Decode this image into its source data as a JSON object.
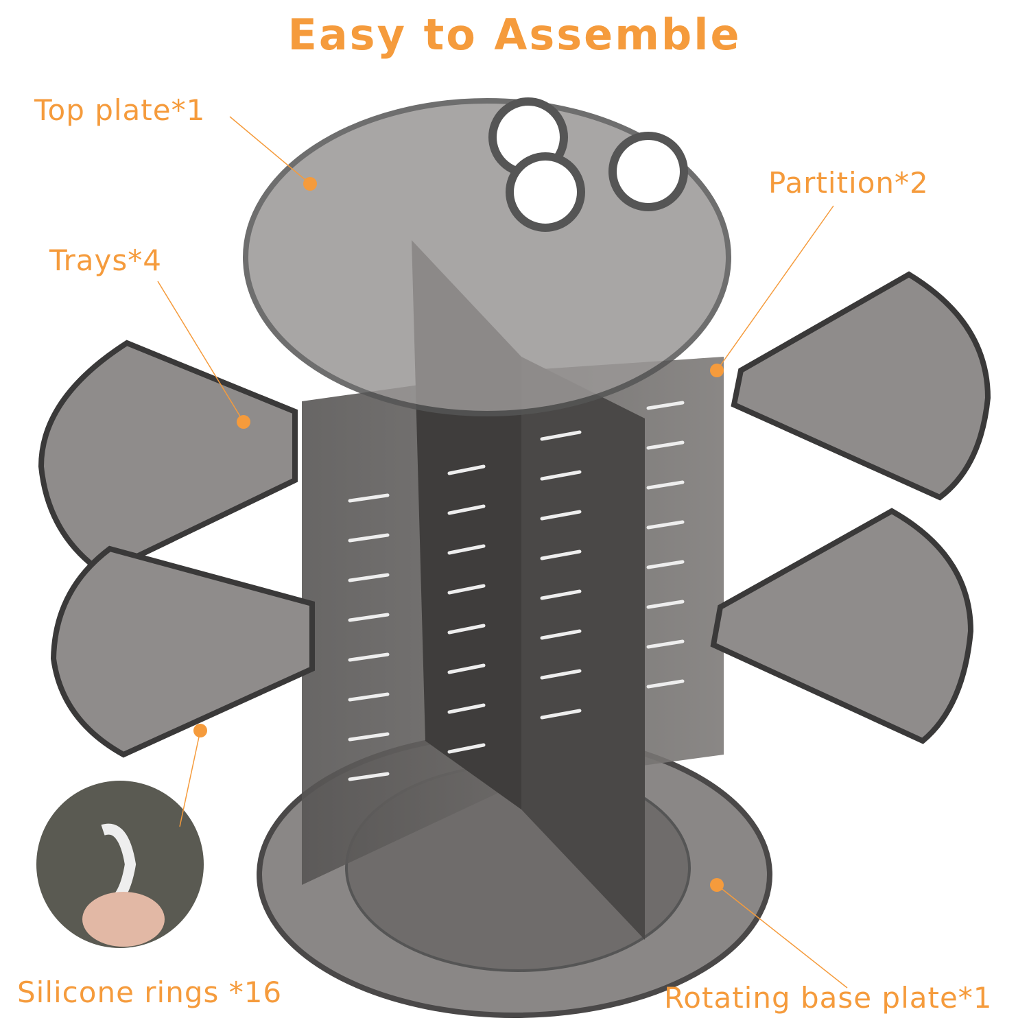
{
  "title": "Easy to Assemble",
  "labels": {
    "top_plate": "Top plate*1",
    "partition": "Partition*2",
    "trays": "Trays*4",
    "silicone_rings": "Silicone rings *16",
    "base_plate": "Rotating base plate*1"
  },
  "colors": {
    "accent": "#F59B3C",
    "plastic": "#6b6968",
    "plastic_dark": "#3f3d3c"
  }
}
